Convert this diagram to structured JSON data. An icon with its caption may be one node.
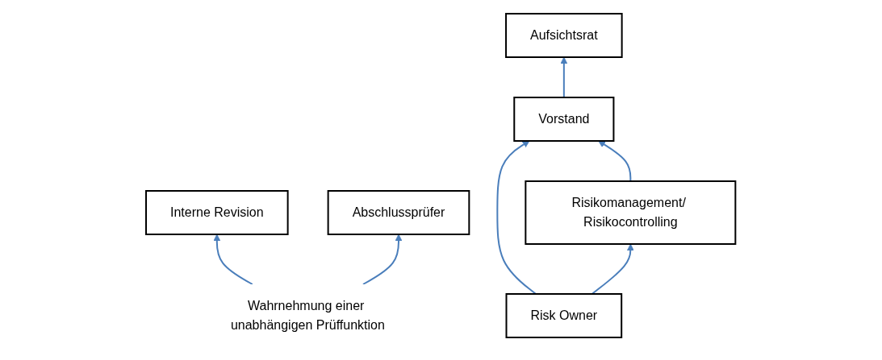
{
  "diagram": {
    "nodes": [
      {
        "text": [
          "Vorstand"
        ]
      },
      {
        "text": [
          "Aufsichtsrat"
        ]
      },
      {
        "text": [
          "Risikomanagement/ Risikocontrolling"
        ]
      },
      {
        "text": [
          "Interne Revision"
        ]
      },
      {
        "text": [
          "Wahrnehmung einer unabhängigen Prüffunktion"
        ]
      },
      {
        "text": [
          "Risk Owner"
        ]
      },
      {
        "text": [
          "Abschlussprüfer"
        ]
      }
    ],
    "edges": [
      {
        "from": 0,
        "to": 1,
        "arrow": "to"
      },
      {
        "from": 2,
        "to": 0,
        "arrow": "to"
      },
      {
        "from": 5,
        "to": 0,
        "arrow": "to"
      },
      {
        "from": 5,
        "to": 2,
        "arrow": "to"
      },
      {
        "from": 4,
        "to": 3,
        "arrow": "to"
      },
      {
        "from": 4,
        "to": 6,
        "arrow": "to"
      }
    ]
  }
}
